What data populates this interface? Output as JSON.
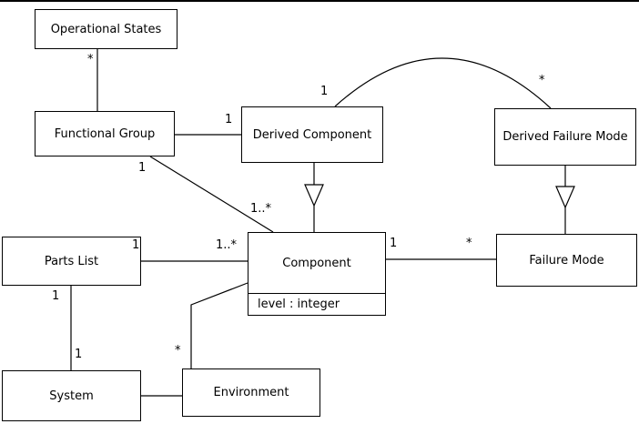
{
  "diagram": {
    "classes": {
      "operational_states": {
        "label": "Operational States"
      },
      "functional_group": {
        "label": "Functional Group"
      },
      "derived_component": {
        "label": "Derived Component"
      },
      "derived_failure_mode": {
        "label": "Derived Failure Mode"
      },
      "parts_list": {
        "label": "Parts List"
      },
      "component": {
        "label": "Component",
        "attribute": "level : integer"
      },
      "failure_mode": {
        "label": "Failure Mode"
      },
      "system": {
        "label": "System"
      },
      "environment": {
        "label": "Environment"
      }
    },
    "multiplicities": {
      "operational_states_functional_group": "*",
      "functional_group_derived_component": "1",
      "derived_component_assoc": "1",
      "derived_failure_mode_assoc": "*",
      "functional_group_component_source": "1",
      "functional_group_component_target": "1..*",
      "parts_list_component_source": "1",
      "parts_list_component_target": "1..*",
      "component_failure_mode_source": "1",
      "component_failure_mode_target": "*",
      "parts_list_system_source": "1",
      "parts_list_system_target": "1",
      "environment_component_source": "*"
    }
  }
}
